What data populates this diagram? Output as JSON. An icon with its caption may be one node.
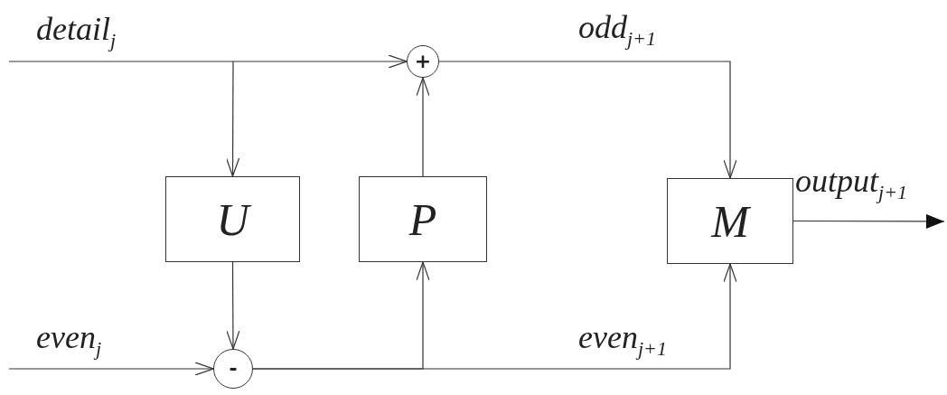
{
  "diagram": {
    "nodes": [
      {
        "text": [
          "+"
        ]
      },
      {
        "text": [
          "U"
        ]
      },
      {
        "text": [
          "P"
        ]
      },
      {
        "text": [
          "M"
        ]
      },
      {
        "text": [
          "-"
        ]
      }
    ],
    "edges": [
      {
        "from": null,
        "to": 0,
        "arrow": "to",
        "label": "detail$_{j}$"
      },
      {
        "from": null,
        "to": 1,
        "arrow": "to"
      },
      {
        "from": 0,
        "to": 3,
        "arrow": "to",
        "label": "odd$_{j+1}$"
      },
      {
        "from": 2,
        "to": 0,
        "arrow": "to"
      },
      {
        "from": 1,
        "to": 4,
        "arrow": "to"
      },
      {
        "from": null,
        "to": 4,
        "arrow": "to",
        "label": "even$_{j}$"
      },
      {
        "from": 4,
        "to": 3,
        "arrow": "to",
        "label": "even$_{j+1}$"
      },
      {
        "from": 4,
        "to": 2,
        "arrow": "to"
      },
      {
        "from": 3,
        "to": null,
        "arrow": "to",
        "label": "output$_{j+1}$"
      }
    ]
  }
}
